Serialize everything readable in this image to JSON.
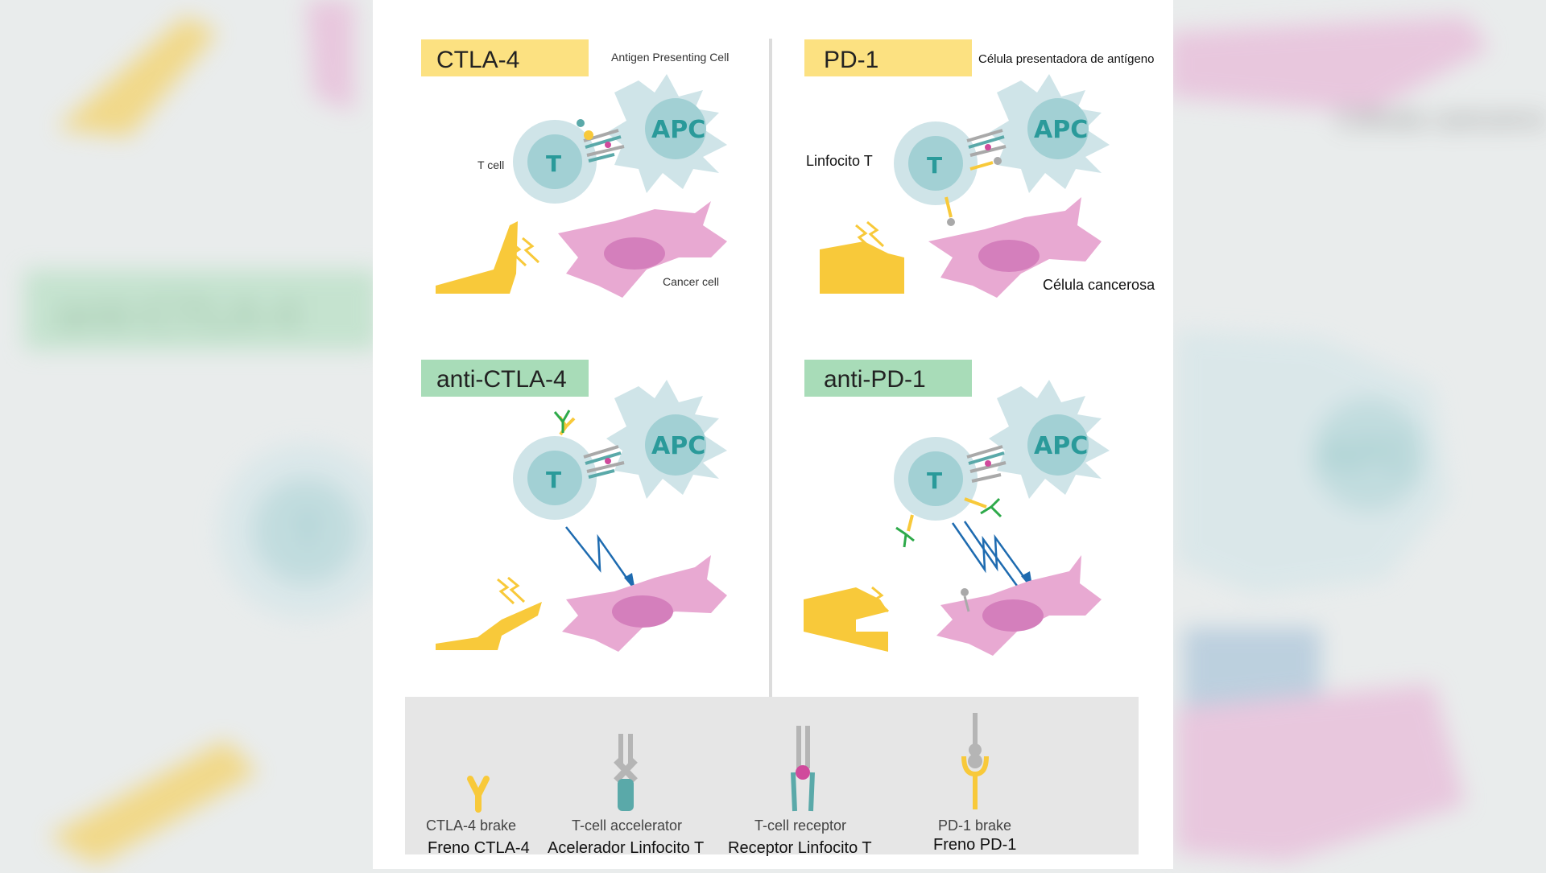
{
  "panels": {
    "ctla4": {
      "title": "CTLA-4",
      "apc_label": "Antigen Presenting Cell",
      "t_label": "T cell",
      "cancer_label": "Cancer cell"
    },
    "pd1": {
      "title": "PD-1",
      "apc_label": "Célula presentadora de antígeno",
      "t_label": "Linfocito T",
      "cancer_label": "Célula cancerosa"
    },
    "anti_ctla4": {
      "title": "anti-CTLA-4"
    },
    "anti_pd1": {
      "title": "anti-PD-1"
    }
  },
  "cells": {
    "apc": "APC",
    "t": "T"
  },
  "legend": [
    {
      "en": "CTLA-4 brake",
      "es": "Freno CTLA-4"
    },
    {
      "en": "T-cell accelerator",
      "es": "Acelerador Linfocito T"
    },
    {
      "en": "T-cell receptor",
      "es": "Receptor Linfocito T"
    },
    {
      "en": "PD-1 brake",
      "es": "Freno PD-1"
    }
  ],
  "background": {
    "left_title": "anti-CTLA-4",
    "right_label": "Célula cancerosa",
    "apc": "APC",
    "t": "T"
  },
  "colors": {
    "yellow_tag": "#fce181",
    "green_tag": "#a8dcb8",
    "apc_fill": "#cfe4e8",
    "t_outer": "#cfe4e8",
    "t_inner": "#a2d0d4",
    "cancer": "#e8a9d2",
    "nucleus": "#d47fbc",
    "pedal": "#f8c93a",
    "arrow": "#1e6bb0",
    "antibody": "#2eaa4a",
    "legend_bg": "#e6e6e6"
  }
}
